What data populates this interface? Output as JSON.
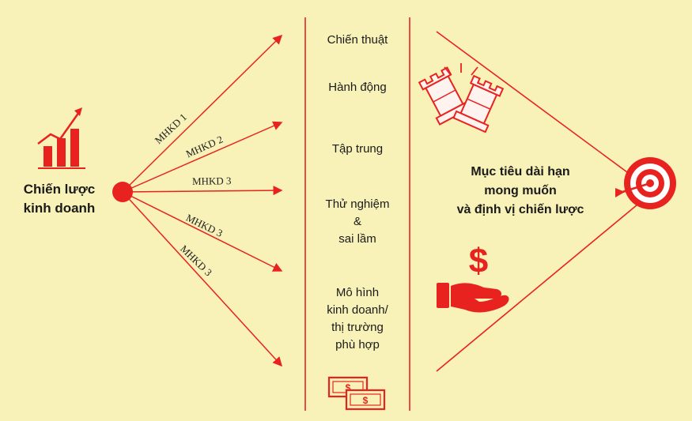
{
  "colors": {
    "background": "#f8f2b8",
    "accent": "#e8231f",
    "text": "#1a1a1a"
  },
  "left": {
    "label_line1": "Chiến lược",
    "label_line2": "kinh doanh",
    "icon": "growth-chart-icon"
  },
  "arrows": [
    "MHKD 1",
    "MHKD 2",
    "MHKD 3",
    "MHKD 3",
    "MHKD 3"
  ],
  "middle": {
    "item1": "Chiến thuật",
    "item2": "Hành động",
    "item3": "Tập trung",
    "item4_line1": "Thử nghiệm",
    "item4_line2": "&",
    "item4_line3": "sai lầm",
    "item5_line1": "Mô hình",
    "item5_line2": "kinh doanh/",
    "item5_line3": "thị trường",
    "item5_line4": "phù hợp",
    "icon": "money-bills-icon"
  },
  "right": {
    "goal_line1": "Mục tiêu dài hạn",
    "goal_line2": "mong muốn",
    "goal_line3": "và định vị chiến lược",
    "icons": [
      "chess-rooks-icon",
      "target-icon",
      "money-hand-icon"
    ]
  }
}
